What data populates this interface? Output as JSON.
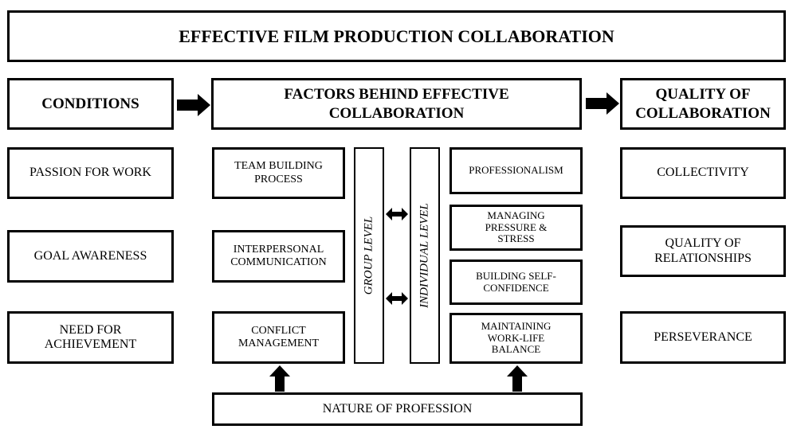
{
  "title": "EFFECTIVE FILM PRODUCTION COLLABORATION",
  "headers": {
    "conditions": "CONDITIONS",
    "factors_line1": "FACTORS BEHIND EFFECTIVE",
    "factors_line2": "COLLABORATION",
    "quality_line1": "QUALITY OF",
    "quality_line2": "COLLABORATION"
  },
  "conditions": [
    "PASSION FOR WORK",
    "GOAL AWARENESS",
    "NEED FOR ACHIEVEMENT"
  ],
  "group_factors": [
    "TEAM BUILDING PROCESS",
    "INTERPERSONAL COMMUNICATION",
    "CONFLICT MANAGEMENT"
  ],
  "levels": {
    "group": "GROUP LEVEL",
    "individual": "INDIVIDUAL LEVEL"
  },
  "individual_factors": [
    "PROFESSIONALISM",
    "MANAGING PRESSURE & STRESS",
    "BUILDING SELF-CONFIDENCE",
    "MAINTAINING WORK-LIFE BALANCE"
  ],
  "quality": [
    "COLLECTIVITY",
    "QUALITY OF RELATIONSHIPS",
    "PERSEVERANCE"
  ],
  "foundation": "NATURE OF PROFESSION",
  "icons": {
    "header_arrow": "right-arrow-icon",
    "level_arrow": "double-headed-arrow-icon",
    "foundation_arrow": "up-arrow-icon"
  }
}
